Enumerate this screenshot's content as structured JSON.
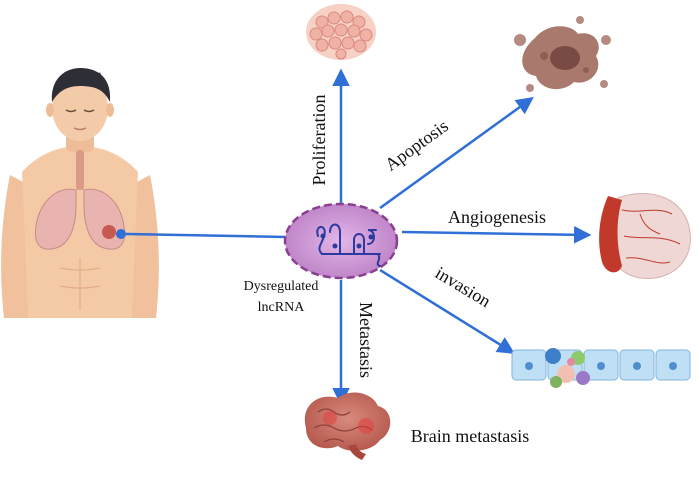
{
  "center": {
    "label_line1": "Dysregulated",
    "label_line2": "lncRNA"
  },
  "pathways": {
    "proliferation": "Proliferation",
    "apoptosis": "Apoptosis",
    "angiogenesis": "Angiogenesis",
    "invasion": "invasion",
    "metastasis": "Metastasis"
  },
  "outcomes": {
    "brain_metastasis": "Brain metastasis"
  },
  "colors": {
    "arrow": "#2f6fd6",
    "skin": "#f3c9a6",
    "lncrna_fill": "#c98fd0",
    "lncrna_strand": "#2b3a9e",
    "lung": "#e9b4b0",
    "brain": "#c96a5e"
  }
}
